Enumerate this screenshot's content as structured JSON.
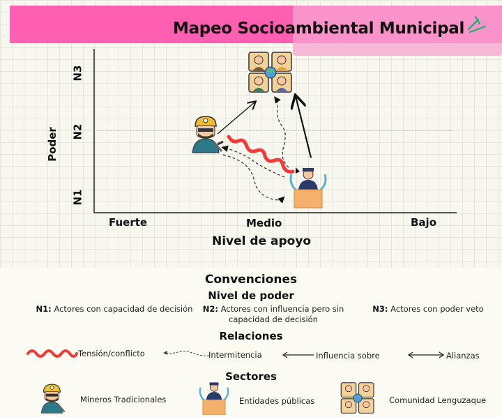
{
  "header": {
    "title": "Mapeo Socioambiental Municipal"
  },
  "chart": {
    "y_axis_label": "Poder",
    "y_ticks": [
      "N1",
      "N2",
      "N3"
    ],
    "x_axis_label": "Nivel de apoyo",
    "x_ticks": [
      "Fuerte",
      "Medio",
      "Bajo"
    ]
  },
  "legend": {
    "heading": "Convenciones",
    "power_heading": "Nivel de poder",
    "power_levels": [
      {
        "code": "N1:",
        "text": "Actores con capacidad de decisión"
      },
      {
        "code": "N2:",
        "text": "Actores con influencia pero sin capacidad de decisión"
      },
      {
        "code": "N3:",
        "text": "Actores con poder veto"
      }
    ],
    "relations_heading": "Relaciones",
    "relations": [
      "Tensión/conflicto",
      "Intermitencia",
      "Influencia sobre",
      "Alianzas"
    ],
    "sectors_heading": "Sectores",
    "sectors": [
      "Mineros Tradicionales",
      "Entidades públicas",
      "Comunidad Lenguzaque"
    ]
  },
  "colors": {
    "header": "#ff5fb1",
    "conflict": "#f23a3a",
    "podium": "#f5b06b",
    "accent_spark": "#1fae74"
  },
  "icons": [
    "miner-icon",
    "official-podium-icon",
    "community-group-icon"
  ]
}
